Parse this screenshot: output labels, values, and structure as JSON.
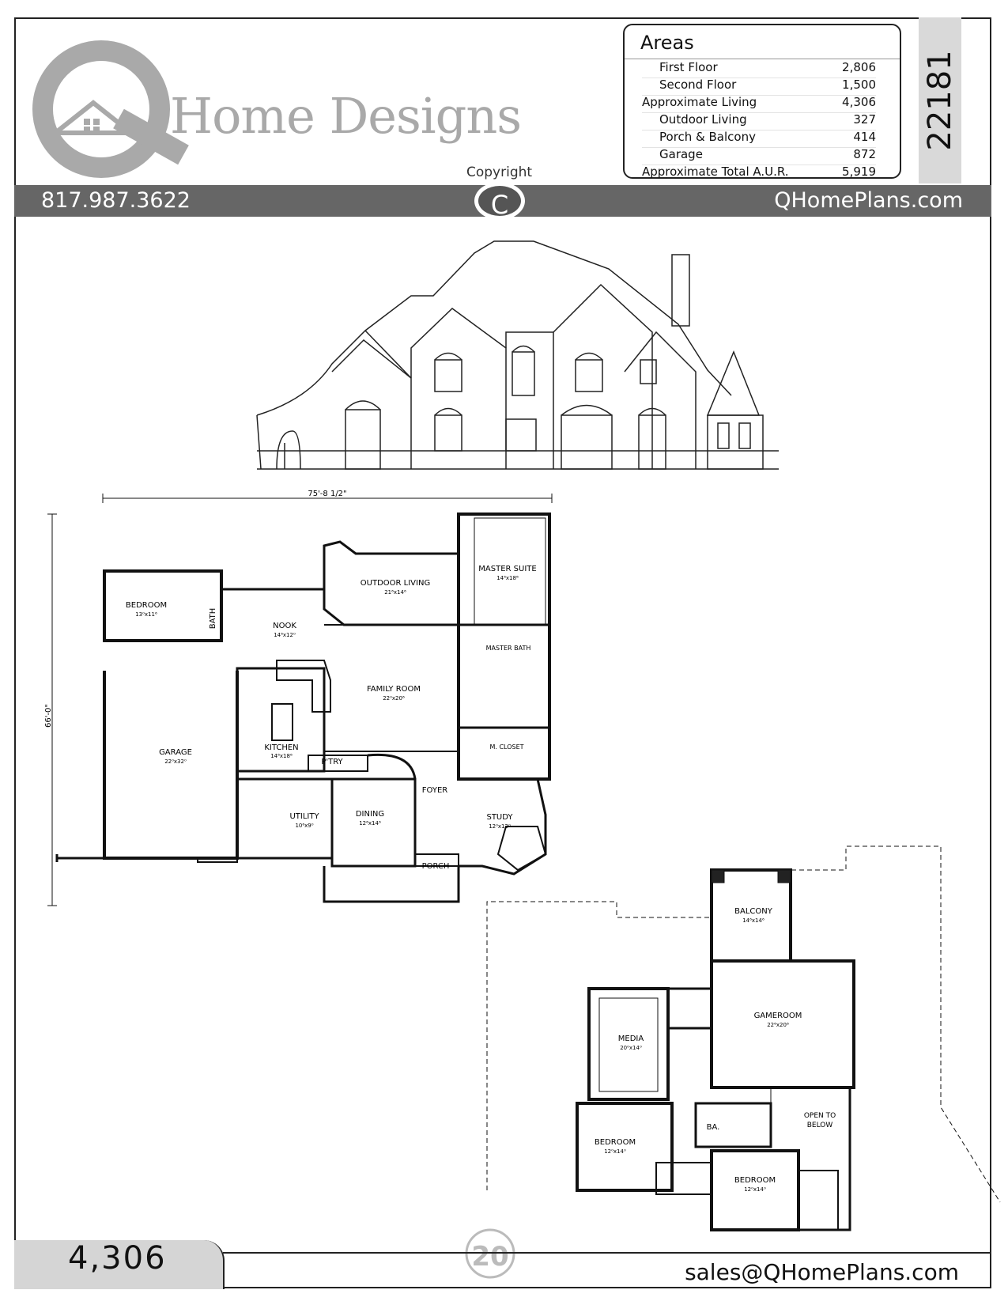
{
  "header": {
    "brand": "Home Designs",
    "copyright_label": "Copyright",
    "copyright_symbol": "C",
    "plan_number": "22181"
  },
  "areas": {
    "title": "Areas",
    "rows": [
      {
        "label": "First Floor",
        "value": "2,806"
      },
      {
        "label": "Second Floor",
        "value": "1,500"
      },
      {
        "label": "Approximate Living",
        "value": "4,306"
      },
      {
        "label": "Outdoor Living",
        "value": "327"
      },
      {
        "label": "Porch & Balcony",
        "value": "414"
      },
      {
        "label": "Garage",
        "value": "872"
      },
      {
        "label": "Approximate Total A.U.R.",
        "value": "5,919"
      }
    ]
  },
  "contact": {
    "phone": "817.987.3622",
    "website": "QHomePlans.com",
    "email": "sales@QHomePlans.com"
  },
  "footer": {
    "living_sqft": "4,306",
    "anniversary": "20"
  },
  "first_floor": {
    "width_dim": "75'-8 1/2\"",
    "depth_dim": "66'-0\"",
    "rooms": [
      {
        "name": "BEDROOM",
        "size": "13⁰x11⁶"
      },
      {
        "name": "BATH",
        "size": ""
      },
      {
        "name": "NOOK",
        "size": "14⁶x12⁰"
      },
      {
        "name": "OUTDOOR LIVING",
        "size": "21⁶x14⁶"
      },
      {
        "name": "MASTER SUITE",
        "size": "14⁶x18⁶"
      },
      {
        "name": "MASTER BATH",
        "size": ""
      },
      {
        "name": "FAMILY ROOM",
        "size": "22⁰x20⁶"
      },
      {
        "name": "KITCHEN",
        "size": "14⁶x18⁶"
      },
      {
        "name": "GARAGE",
        "size": "22⁰x32⁰"
      },
      {
        "name": "P'TRY",
        "size": ""
      },
      {
        "name": "M. CLOSET",
        "size": ""
      },
      {
        "name": "FOYER",
        "size": ""
      },
      {
        "name": "UTILITY",
        "size": "10⁶x9⁰"
      },
      {
        "name": "DINING",
        "size": "12⁶x14⁶"
      },
      {
        "name": "STUDY",
        "size": "12⁰x12⁰"
      },
      {
        "name": "PORCH",
        "size": ""
      }
    ]
  },
  "second_floor": {
    "rooms": [
      {
        "name": "BALCONY",
        "size": "14⁶x14⁶"
      },
      {
        "name": "GAMEROOM",
        "size": "22⁶x20⁶"
      },
      {
        "name": "MEDIA",
        "size": "20⁰x14⁰"
      },
      {
        "name": "BEDROOM",
        "size": "12⁰x14⁰"
      },
      {
        "name": "BA.",
        "size": ""
      },
      {
        "name": "OPEN TO",
        "size": ""
      },
      {
        "name": "BELOW",
        "size": ""
      },
      {
        "name": "BEDROOM",
        "size": "12⁰x14⁰"
      }
    ]
  }
}
